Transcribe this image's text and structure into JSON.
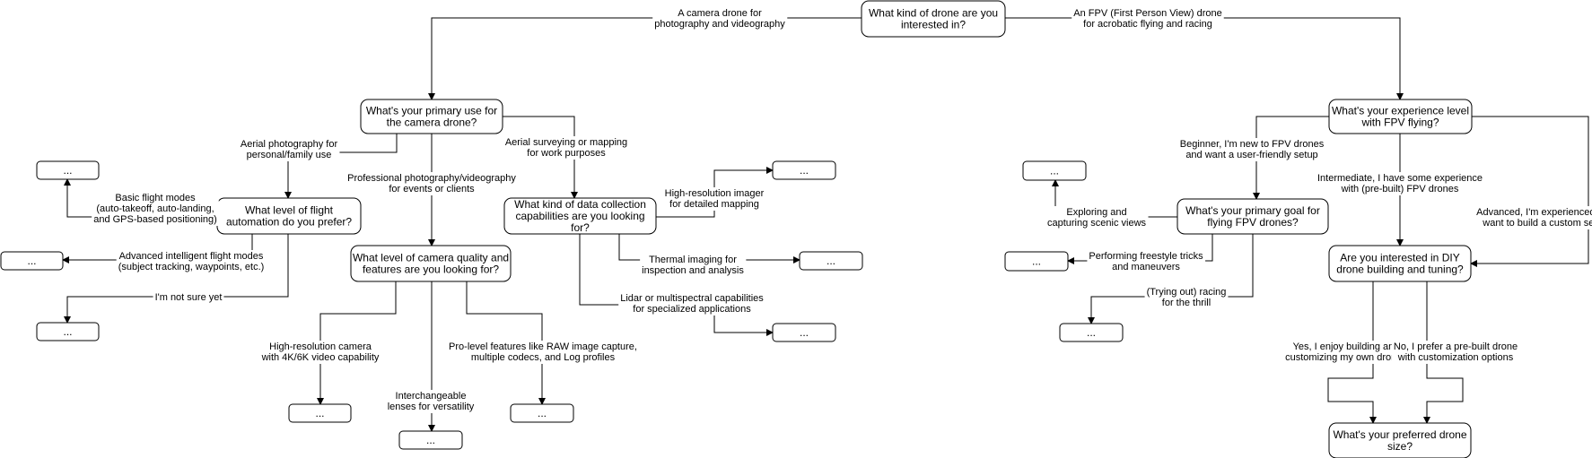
{
  "nodes": {
    "root": [
      "What kind of drone are you",
      "interested in?"
    ],
    "camera_use": [
      "What's your primary use for",
      "the camera drone?"
    ],
    "automation": [
      "What level of flight",
      "automation do you prefer?"
    ],
    "camera_quality": [
      "What level of camera quality and",
      "features are you looking for?"
    ],
    "data_collection": [
      "What kind of data collection",
      "capabilities are you looking",
      "for?"
    ],
    "fpv_experience": [
      "What's your experience level",
      "with FPV flying?"
    ],
    "fpv_goal": [
      "What's your primary goal for",
      "flying FPV drones?"
    ],
    "diy": [
      "Are you interested in DIY",
      "drone building and tuning?"
    ],
    "drone_size": [
      "What's your preferred drone",
      "size?"
    ],
    "placeholder": "..."
  },
  "edges": {
    "camera_drone": [
      "A camera drone for",
      "photography and videography"
    ],
    "fpv_drone": [
      "An FPV (First Person View) drone",
      "for acrobatic flying and racing"
    ],
    "aerial_personal": [
      "Aerial photography for",
      "personal/family use"
    ],
    "professional": [
      "Professional photography/videography",
      "for events or clients"
    ],
    "surveying": [
      "Aerial surveying or mapping",
      "for work purposes"
    ],
    "basic_modes": [
      "Basic flight modes",
      "(auto-takeoff, auto-landing,",
      "and GPS-based positioning)"
    ],
    "advanced_modes": [
      "Advanced intelligent flight modes",
      "(subject tracking, waypoints, etc.)"
    ],
    "not_sure": [
      "I'm not sure yet"
    ],
    "high_res_camera": [
      "High-resolution camera",
      "with 4K/6K video capability"
    ],
    "lenses": [
      "Interchangeable",
      "lenses for versatility"
    ],
    "pro_features": [
      "Pro-level features like RAW image capture,",
      "multiple codecs, and Log profiles"
    ],
    "imager": [
      "High-resolution imager",
      "for detailed mapping"
    ],
    "thermal": [
      "Thermal imaging for",
      "inspection and analysis"
    ],
    "lidar": [
      "Lidar or multispectral capabilities",
      "for specialized applications"
    ],
    "beginner": [
      "Beginner, I'm new to FPV drones",
      "and want a user-friendly setup"
    ],
    "intermediate": [
      "Intermediate, I have some experience",
      "with (pre-built) FPV drones"
    ],
    "advanced": [
      "Advanced, I'm experienced and",
      "want to build a custom setup"
    ],
    "scenic": [
      "Exploring and",
      "capturing scenic views"
    ],
    "freestyle": [
      "Performing freestyle tricks",
      "and maneuvers"
    ],
    "racing": [
      "(Trying out) racing",
      "for the thrill"
    ],
    "diy_yes": [
      "Yes, I enjoy building and",
      "customizing my own drones"
    ],
    "diy_no": [
      "No, I prefer a pre-built drone",
      "with customization options"
    ]
  }
}
